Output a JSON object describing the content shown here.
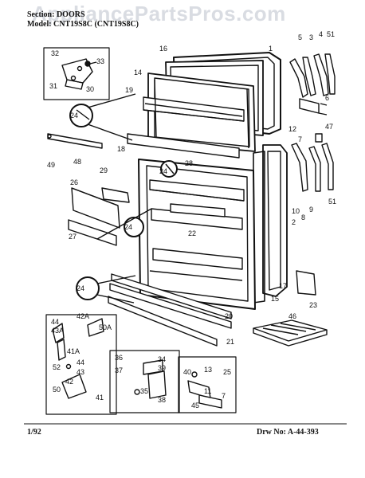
{
  "watermark": "AppliancePartsPros.com",
  "header": {
    "section": "Section: DOORS",
    "model": "Model: CNT19S8C (CNT19S8C)"
  },
  "footer": {
    "date": "1/92",
    "drawing": "Drw No: A-44-393"
  },
  "callouts": {
    "c1": "1",
    "c2": "2",
    "c3": "3",
    "c4": "4",
    "c5": "5",
    "c6": "6",
    "c7": "7",
    "c8": "8",
    "c9": "9",
    "c10": "10",
    "c11": "11",
    "c12": "12",
    "c13": "13",
    "c14": "14",
    "c15": "15",
    "c16": "16",
    "c17": "17",
    "c18": "18",
    "c19": "19",
    "c20": "20",
    "c21": "21",
    "c22": "22",
    "c23": "23",
    "c24a": "24",
    "c24b": "24",
    "c24c": "24",
    "c24d": "24",
    "c25": "25",
    "c26": "26",
    "c27": "27",
    "c28": "28",
    "c29": "29",
    "c30": "30",
    "c31": "31",
    "c32": "32",
    "c33": "33",
    "c34": "34",
    "c35": "35",
    "c36": "36",
    "c37": "37",
    "c38": "38",
    "c39": "39",
    "c40": "40",
    "c41": "41",
    "c41a": "41A",
    "c42": "42",
    "c42a": "42A",
    "c43": "43",
    "c43a": "43A",
    "c44a": "44",
    "c44b": "44",
    "c45": "45",
    "c46": "46",
    "c47": "47",
    "c48": "48",
    "c49": "49",
    "c50": "50",
    "c50a": "50A",
    "c51a": "51",
    "c51b": "51",
    "c52": "52"
  }
}
